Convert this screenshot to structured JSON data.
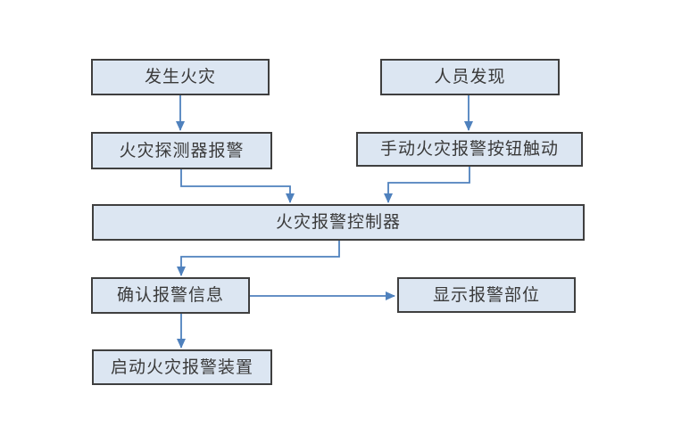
{
  "diagram": {
    "type": "flowchart",
    "title": "",
    "background_color": "#ffffff",
    "node_fill_color": "#dce6f2",
    "node_border_color": "#3f3f3f",
    "connector_color": "#4f81bd",
    "nodes": [
      {
        "id": "fire-occurs",
        "label": "发生火灾"
      },
      {
        "id": "personnel-discovery",
        "label": "人员发现"
      },
      {
        "id": "fire-detector-alarm",
        "label": "火灾探测器报警"
      },
      {
        "id": "manual-alarm-button",
        "label": "手动火灾报警按钮触动"
      },
      {
        "id": "fire-alarm-controller",
        "label": "火灾报警控制器"
      },
      {
        "id": "confirm-alarm-info",
        "label": "确认报警信息"
      },
      {
        "id": "display-alarm-location",
        "label": "显示报警部位"
      },
      {
        "id": "start-alarm-device",
        "label": "启动火灾报警装置"
      }
    ],
    "edges": [
      {
        "from": "fire-occurs",
        "to": "fire-detector-alarm"
      },
      {
        "from": "personnel-discovery",
        "to": "manual-alarm-button"
      },
      {
        "from": "fire-detector-alarm",
        "to": "fire-alarm-controller"
      },
      {
        "from": "manual-alarm-button",
        "to": "fire-alarm-controller"
      },
      {
        "from": "fire-alarm-controller",
        "to": "confirm-alarm-info"
      },
      {
        "from": "confirm-alarm-info",
        "to": "display-alarm-location"
      },
      {
        "from": "confirm-alarm-info",
        "to": "start-alarm-device"
      }
    ]
  }
}
